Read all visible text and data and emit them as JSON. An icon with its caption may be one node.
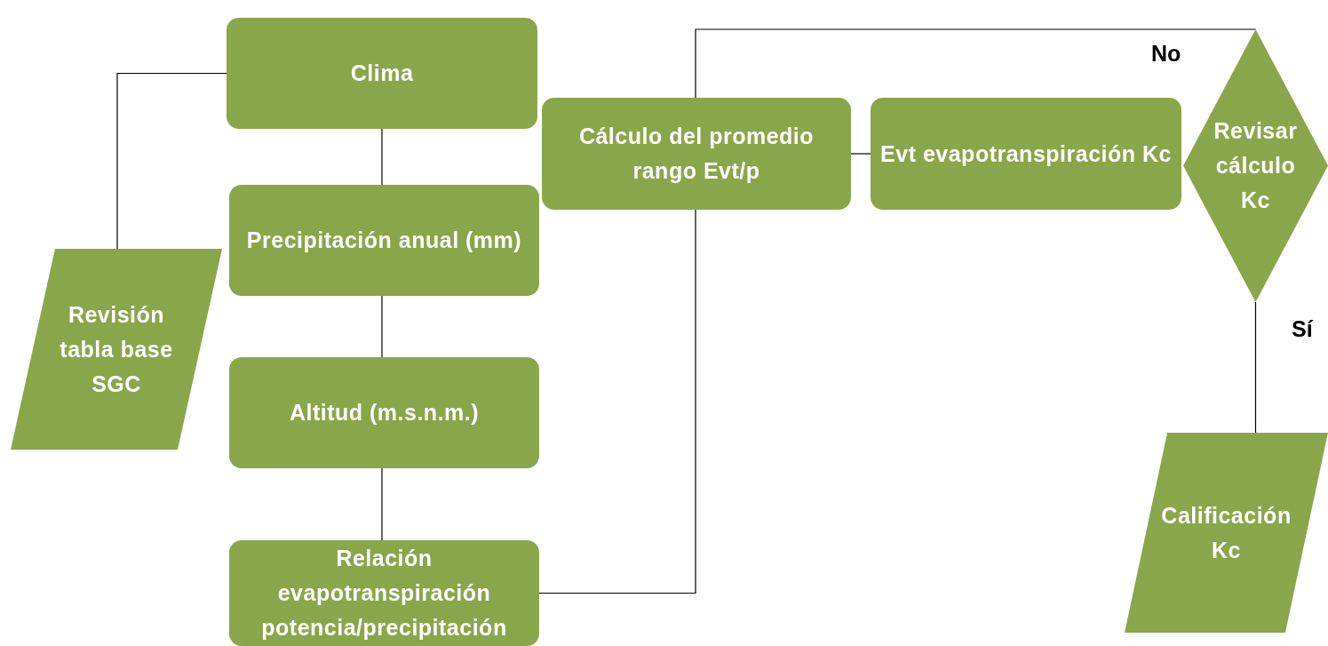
{
  "diagram": {
    "nodes": [
      {
        "text": [
          "Clima"
        ]
      },
      {
        "text": [
          "Precipitación anual (mm)"
        ]
      },
      {
        "text": [
          "Altitud (m.s.n.m.)"
        ]
      },
      {
        "text": [
          "Relación evapotranspiración potencia/precipitación"
        ]
      },
      {
        "text": [
          "Revisión tabla base SGC"
        ]
      },
      {
        "text": [
          "Cálculo del promedio rango Evt/p"
        ]
      },
      {
        "text": [
          "Evt evapotranspiración Kc"
        ]
      },
      {
        "text": [
          "Revisar cálculo Kc"
        ]
      },
      {
        "text": [
          "Calificación Kc"
        ]
      }
    ],
    "edges": [
      {
        "from": 0,
        "to": 4,
        "arrow": "none"
      },
      {
        "from": 0,
        "to": 1,
        "arrow": "none"
      },
      {
        "from": 1,
        "to": 2,
        "arrow": "none"
      },
      {
        "from": 2,
        "to": 3,
        "arrow": "none"
      },
      {
        "from": 3,
        "to": 5,
        "arrow": "none"
      },
      {
        "from": 5,
        "to": 6,
        "arrow": "none"
      },
      {
        "from": 5,
        "to": 7,
        "label": "No",
        "arrow": "none"
      },
      {
        "from": 7,
        "to": 8,
        "label": "Sí",
        "arrow": "none"
      }
    ]
  }
}
